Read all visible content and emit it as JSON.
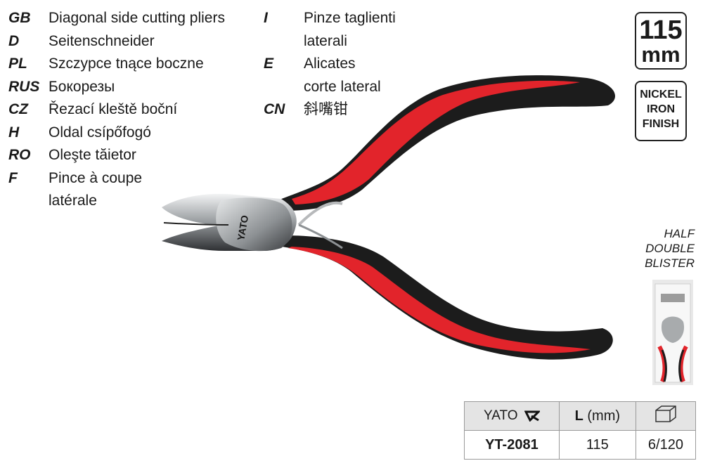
{
  "languages_left": [
    {
      "code": "GB",
      "text": "Diagonal side cutting pliers"
    },
    {
      "code": "D",
      "text": "Seitenschneider"
    },
    {
      "code": "PL",
      "text": "Szczypce tnące boczne"
    },
    {
      "code": "RUS",
      "text": "Бокорезы"
    },
    {
      "code": "CZ",
      "text": "Řezací kleště boční"
    },
    {
      "code": "H",
      "text": "Oldal csípőfogó"
    },
    {
      "code": "RO",
      "text": "Oleşte tăietor"
    },
    {
      "code": "F",
      "text": "Pince à coupe\nlatérale"
    }
  ],
  "languages_right": [
    {
      "code": "I",
      "text": "Pinze taglienti\nlaterali"
    },
    {
      "code": "E",
      "text": "Alicates\ncorte lateral"
    },
    {
      "code": "CN",
      "text": "斜嘴钳"
    }
  ],
  "size_badge": {
    "value": "115",
    "unit": "mm"
  },
  "finish_badge": {
    "line1": "NICKEL",
    "line2": "IRON",
    "line3": "FINISH"
  },
  "packaging": {
    "line1": "HALF",
    "line2": "DOUBLE",
    "line3": "BLISTER"
  },
  "tool_print": {
    "brand": "YATO"
  },
  "spec_table": {
    "brand": "YATO",
    "length_header_bold": "L",
    "length_header_unit": " (mm)",
    "pack_icon": "box-icon",
    "code": "YT-2081",
    "length": "115",
    "pack": "6/120"
  },
  "colors": {
    "handle_red": "#e2242b",
    "handle_black": "#1c1c1c",
    "steel": "#a8abad"
  }
}
